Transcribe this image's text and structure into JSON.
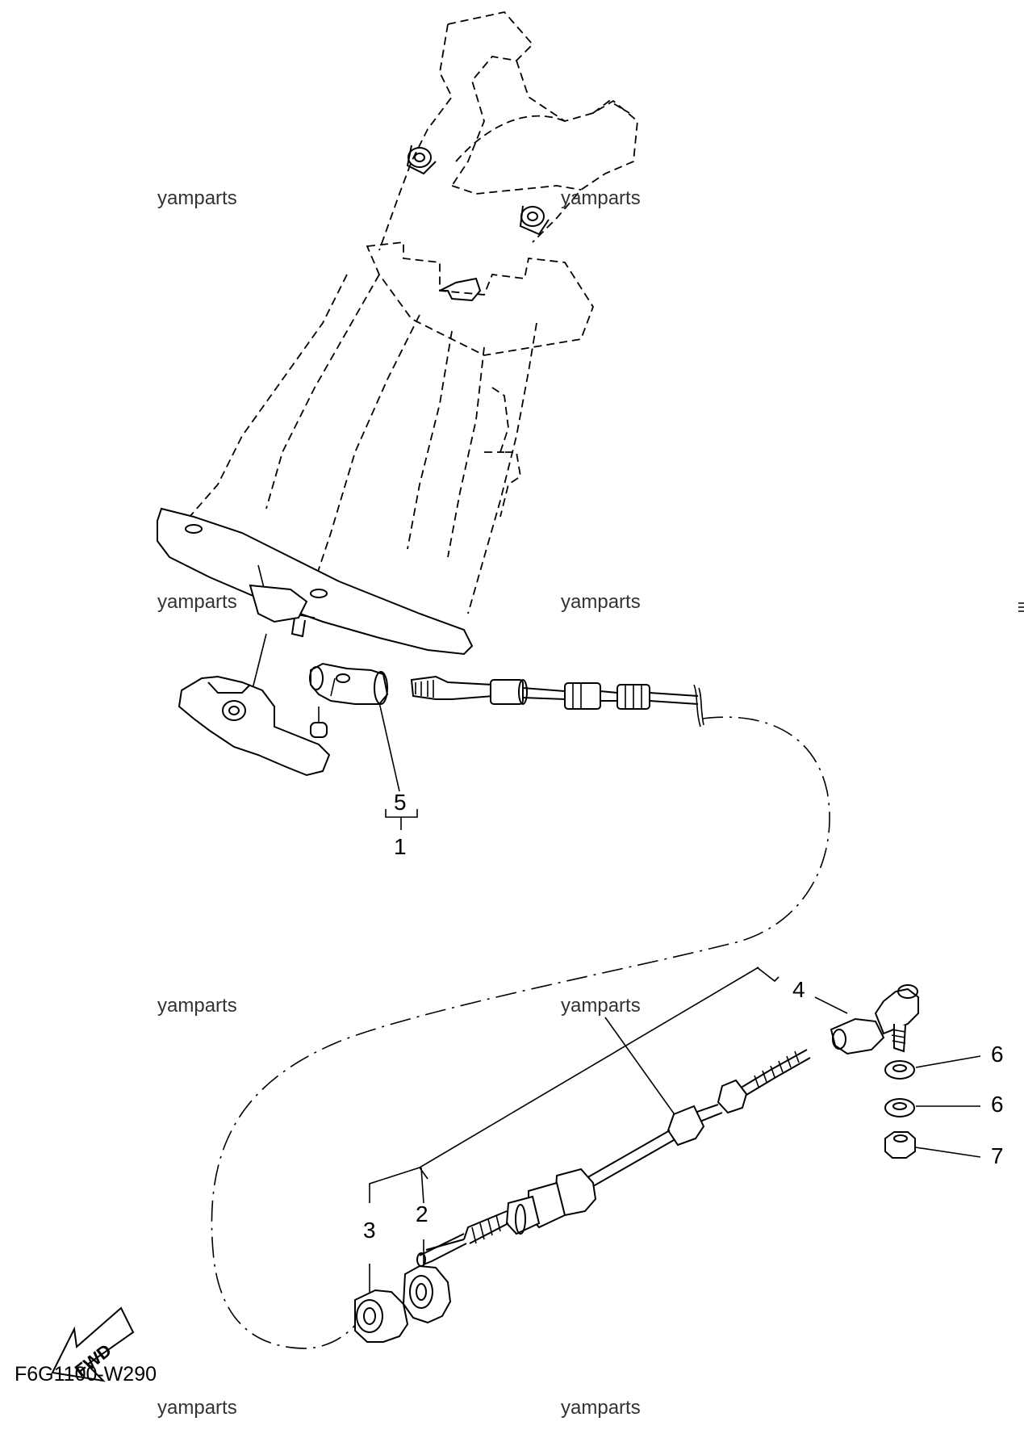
{
  "watermarks": [
    "yamparts",
    "yamparts",
    "yamparts",
    "yamparts",
    "yamparts",
    "yamparts",
    "yamparts",
    "yamparts"
  ],
  "callouts": {
    "c5": "5",
    "c1": "1",
    "c4": "4",
    "c6a": "6",
    "c6b": "6",
    "c7": "7",
    "c3": "3",
    "c2": "2"
  },
  "fwd_label": "FWD",
  "diagram_code": "F6G1100-W290"
}
